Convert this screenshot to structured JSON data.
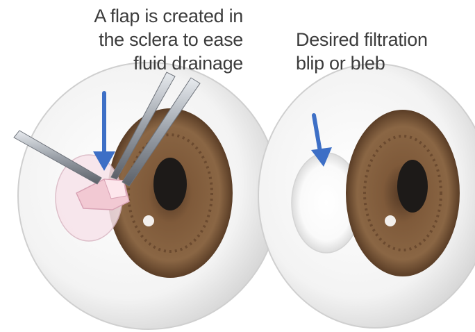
{
  "left_panel": {
    "caption_lines": [
      "A flap is created in",
      "the sclera to ease",
      "fluid drainage"
    ]
  },
  "right_panel": {
    "caption_lines": [
      "Desired filtration",
      "blip or bleb"
    ]
  },
  "colors": {
    "sclera": "#f4f4f4",
    "iris": "#7a5738",
    "pupil": "#1d1a18",
    "arrow": "#3d6fc6",
    "flap": "#f2c9d3",
    "caption_text": "#3c3c3c",
    "instrument": "#9aa0a8"
  },
  "icons": {
    "left_arrow": "down-arrow-icon",
    "right_arrow": "down-arrow-icon",
    "instruments": "forceps-icon"
  }
}
